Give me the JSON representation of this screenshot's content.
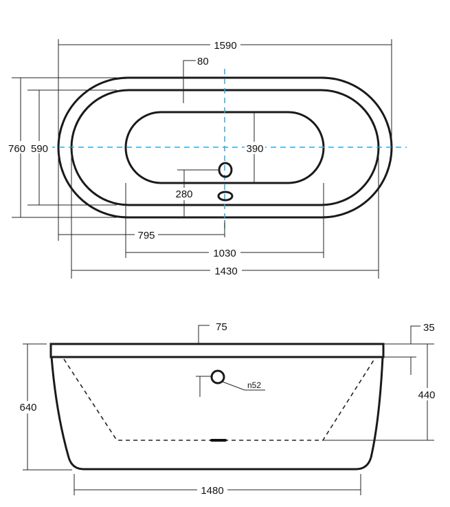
{
  "top_view": {
    "overall_length": "1590",
    "rim_width": "80",
    "overall_width": "760",
    "inner_width": "590",
    "basin_width": "390",
    "overflow_height": "280",
    "overflow_offset": "795",
    "basin_length": "1030",
    "inner_length": "1430"
  },
  "side_view": {
    "rim_height": "75",
    "rim_offset": "35",
    "overall_height": "640",
    "depth": "440",
    "overflow_diameter": "n52",
    "base_length": "1480"
  },
  "colors": {
    "outline": "#1a1a1a",
    "centerline": "#29abe2"
  }
}
